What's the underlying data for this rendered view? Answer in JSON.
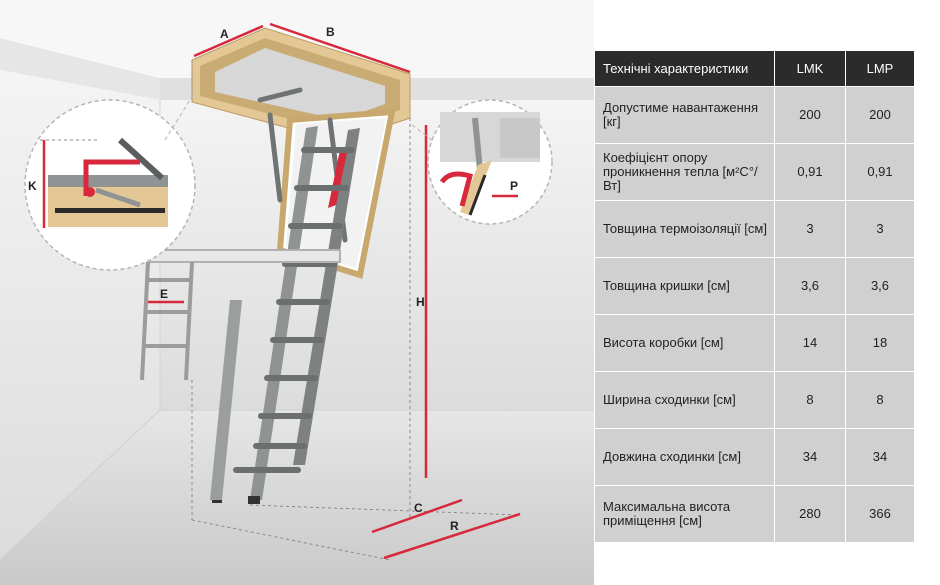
{
  "diagram": {
    "labels": {
      "a": "A",
      "b": "B",
      "k": "K",
      "e": "E",
      "h": "H",
      "c": "C",
      "r": "R",
      "p": "P"
    },
    "colors": {
      "accent": "#d8283c",
      "wood": "#e3c896",
      "wall": "#ebebeb",
      "metal": "#8f9394",
      "tableHeader": "#2b2b2b",
      "tableCell": "#d0d0d0"
    }
  },
  "table": {
    "headers": [
      "Технічні характеристики",
      "LMK",
      "LMP"
    ],
    "rows": [
      {
        "param": "Допустиме навантаження [кг]",
        "lmk": "200",
        "lmp": "200"
      },
      {
        "param": "Коефіцієнт опору проникнення тепла [м²С°/Вт]",
        "lmk": "0,91",
        "lmp": "0,91"
      },
      {
        "param": "Товщина термоізоляції [см]",
        "lmk": "3",
        "lmp": "3"
      },
      {
        "param": "Товщина кришки [см]",
        "lmk": "3,6",
        "lmp": "3,6"
      },
      {
        "param": "Висота коробки [см]",
        "lmk": "14",
        "lmp": "18"
      },
      {
        "param": "Ширина сходинки [см]",
        "lmk": "8",
        "lmp": "8"
      },
      {
        "param": "Довжина сходинки [см]",
        "lmk": "34",
        "lmp": "34"
      },
      {
        "param": "Максимальна висота приміщення [см]",
        "lmk": "280",
        "lmp": "366"
      }
    ]
  }
}
